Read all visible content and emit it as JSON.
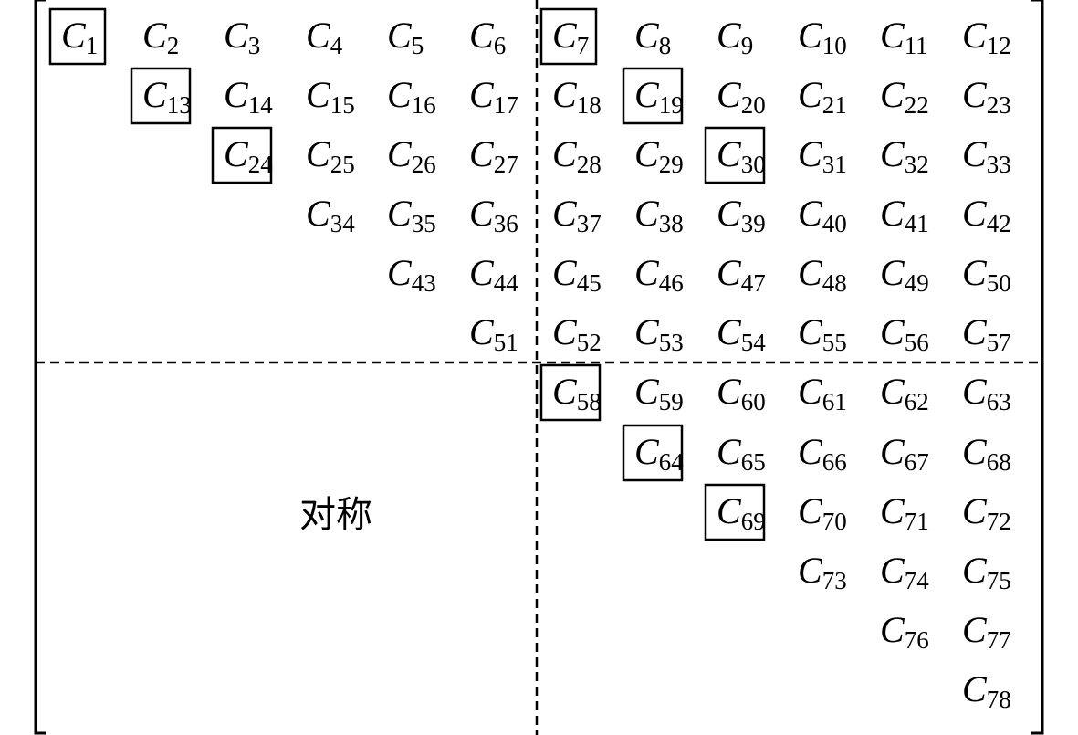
{
  "matrix": {
    "letter": "C",
    "rows": [
      [
        "1",
        "2",
        "3",
        "4",
        "5",
        "6",
        "7",
        "8",
        "9",
        "10",
        "11",
        "12"
      ],
      [
        "13",
        "14",
        "15",
        "16",
        "17",
        "18",
        "19",
        "20",
        "21",
        "22",
        "23"
      ],
      [
        "24",
        "25",
        "26",
        "27",
        "28",
        "29",
        "30",
        "31",
        "32",
        "33"
      ],
      [
        "34",
        "35",
        "36",
        "37",
        "38",
        "39",
        "40",
        "41",
        "42"
      ],
      [
        "43",
        "44",
        "45",
        "46",
        "47",
        "48",
        "49",
        "50"
      ],
      [
        "51",
        "52",
        "53",
        "54",
        "55",
        "56",
        "57"
      ],
      [
        "58",
        "59",
        "60",
        "61",
        "62",
        "63"
      ],
      [
        "64",
        "65",
        "66",
        "67",
        "68"
      ],
      [
        "69",
        "70",
        "71",
        "72"
      ],
      [
        "73",
        "74",
        "75"
      ],
      [
        "76",
        "77"
      ],
      [
        "78"
      ]
    ],
    "boxed": [
      "1",
      "7",
      "13",
      "19",
      "24",
      "30",
      "58",
      "64",
      "69"
    ],
    "symmetric_label": "对称"
  }
}
